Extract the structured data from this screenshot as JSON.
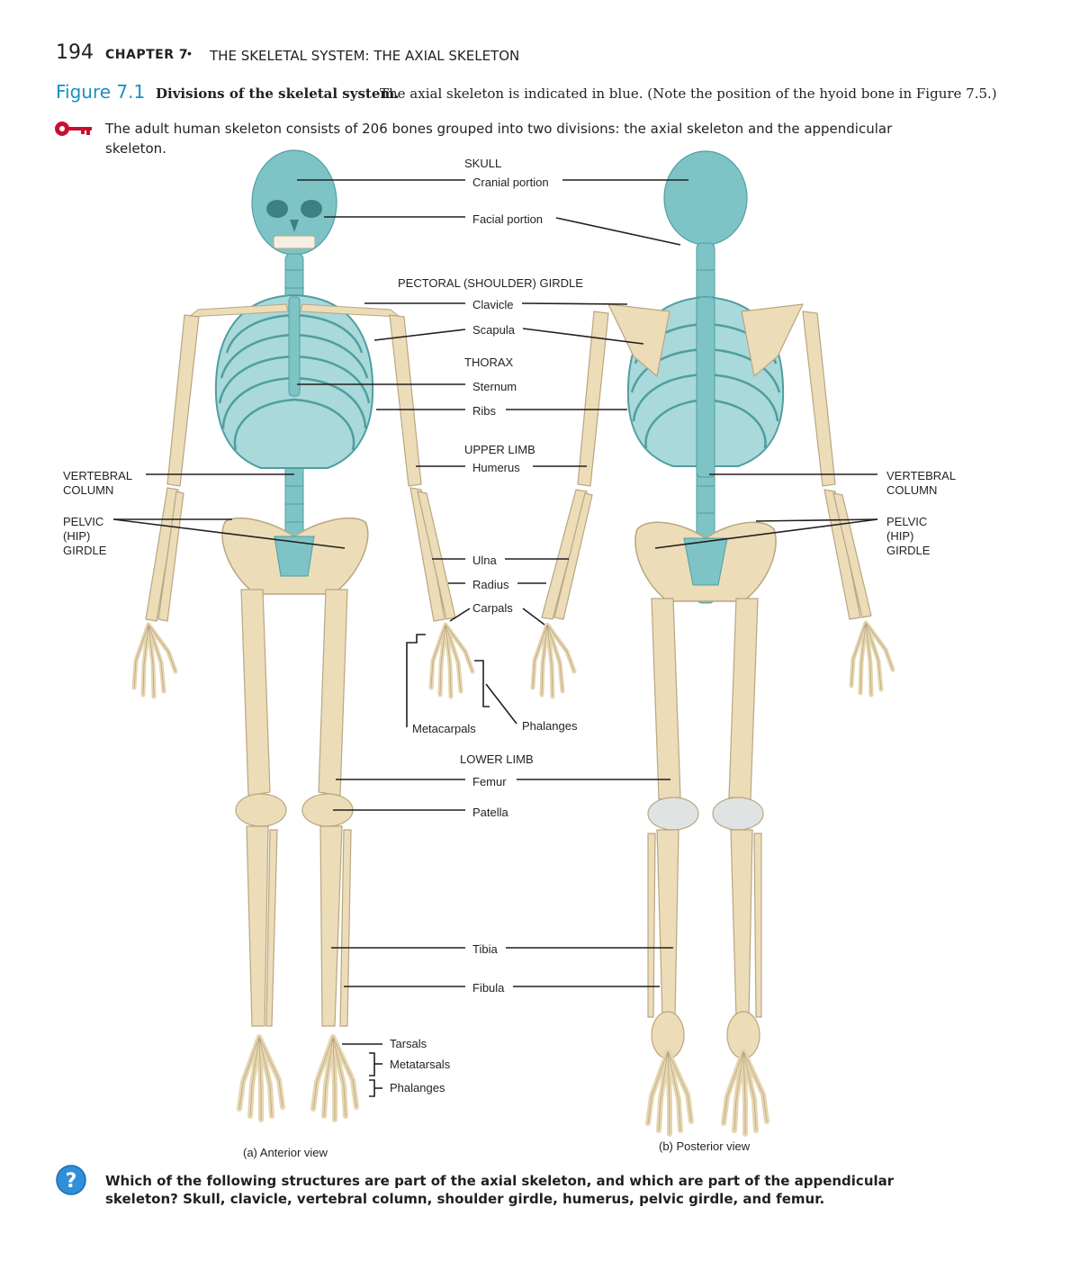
{
  "header": {
    "page_number": "194",
    "chapter_label": "CHAPTER 7",
    "bullet": "•",
    "chapter_title": "THE SKELETAL SYSTEM: THE AXIAL SKELETON"
  },
  "figure": {
    "number": "Figure 7.1",
    "title": "Divisions of the skeletal system.",
    "description": "The axial skeleton is indicated in blue. (Note the position of the hyoid bone in Figure 7.5.)",
    "key_point": "The adult human skeleton consists of 206 bones grouped into two divisions: the axial skeleton and the appendicular skeleton."
  },
  "labels": {
    "skull": "SKULL",
    "cranial": "Cranial portion",
    "facial": "Facial portion",
    "pectoral": "PECTORAL (SHOULDER) GIRDLE",
    "clavicle": "Clavicle",
    "scapula": "Scapula",
    "thorax": "THORAX",
    "sternum": "Sternum",
    "ribs": "Ribs",
    "upper_limb": "UPPER LIMB",
    "humerus": "Humerus",
    "vertebral_left": "VERTEBRAL\nCOLUMN",
    "pelvic_left": "PELVIC\n(HIP)\nGIRDLE",
    "vertebral_right": "VERTEBRAL\nCOLUMN",
    "pelvic_right": "PELVIC\n(HIP)\nGIRDLE",
    "ulna": "Ulna",
    "radius": "Radius",
    "carpals": "Carpals",
    "metacarpals": "Metacarpals",
    "phalanges_hand": "Phalanges",
    "lower_limb": "LOWER LIMB",
    "femur": "Femur",
    "patella": "Patella",
    "tibia": "Tibia",
    "fibula": "Fibula",
    "tarsals": "Tarsals",
    "metatarsals": "Metatarsals",
    "phalanges_foot": "Phalanges"
  },
  "views": {
    "anterior": "(a) Anterior view",
    "posterior": "(b) Posterior view"
  },
  "question": {
    "text": "Which of the following structures are part of the axial skeleton, and which are part of the appendicular skeleton? Skull, clavicle, vertebral column, shoulder girdle, humerus, pelvic girdle, and femur."
  },
  "colors": {
    "axial": "#7ec4c6",
    "appendicular": "#ecdcb8",
    "accent": "#1a8fc4",
    "key": "#c8102e"
  },
  "icons": [
    "key-icon",
    "question-icon"
  ]
}
